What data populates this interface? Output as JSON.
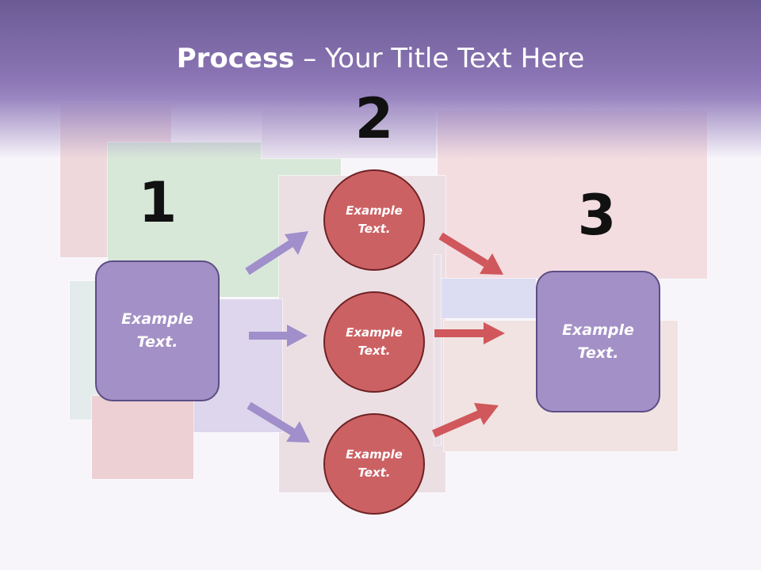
{
  "slide": {
    "title_bold": "Process",
    "title_rest": " – Your Title Text Here"
  },
  "steps": [
    {
      "number": "1",
      "label": "Example\nText."
    },
    {
      "number": "2"
    },
    {
      "number": "3",
      "label": "Example\nText."
    }
  ],
  "circles": [
    {
      "label": "Example\nText."
    },
    {
      "label": "Example\nText."
    },
    {
      "label": "Example\nText."
    }
  ],
  "colors": {
    "header": "#8a74b3",
    "box_fill": "#a390c6",
    "box_border": "#5d4d85",
    "circle_fill": "#cc6164",
    "circle_border": "#6e2224",
    "arrow_purple": "#a08fcb",
    "arrow_red": "#d0575b"
  }
}
